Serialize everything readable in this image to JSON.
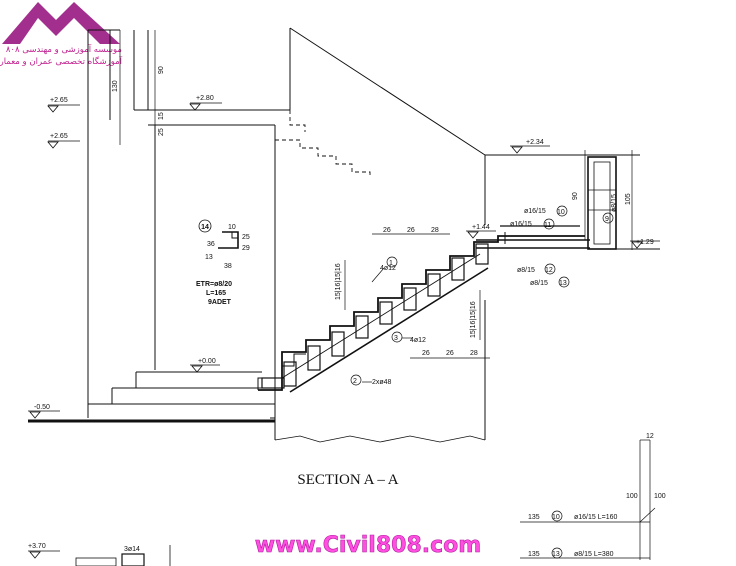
{
  "drawing": {
    "title": "SECTION A – A",
    "levels": [
      "+2.65",
      "+2.65",
      "+2.80",
      "+2.34",
      "+1.44",
      "+1.29",
      "+0.00",
      "-0.50",
      "+3.70"
    ],
    "dimensions": {
      "dim_130": "130",
      "dim_90": "90",
      "dim_25": "25",
      "dim_15": "15",
      "dim_90b": "90",
      "dim_105": "105",
      "dim_26a": "26",
      "dim_26b": "26",
      "dim_28a": "28",
      "dim_26c": "26",
      "dim_26d": "26",
      "dim_28b": "28",
      "dim_left_stack": "15|16|15|16",
      "dim_right_stack": "15|16|15|16",
      "dim_12": "12",
      "dim_100a": "100",
      "dim_100b": "100",
      "dim_135a": "135",
      "dim_135b": "135"
    },
    "stirrup_detail": {
      "mark": "14",
      "d10": "10",
      "d25": "25",
      "d36": "36",
      "d29": "29",
      "d13": "13",
      "d38": "38",
      "line1": "ETR=ø8/20",
      "line2": "L=165",
      "line3": "9ADET"
    },
    "rebar": {
      "m1": "1",
      "m1_text": "4ø12",
      "m2": "2",
      "m2_text": "2xø48",
      "m3": "3",
      "m3_text": "4ø12",
      "m9": "9",
      "m9_text": "ø8/15",
      "m10": "10",
      "m10_text": "ø16/15",
      "m11": "11",
      "m11_text": "ø16/15",
      "m12": "12",
      "m12_text": "ø8/15",
      "m13": "13",
      "m13_text": "ø8/15",
      "bar10_line": "ø16/15 L=160",
      "bar13_line": "ø8/15 L=380",
      "bar10_mark": "10",
      "bar13_mark": "13",
      "col_text": "3ø14"
    }
  },
  "logo": {
    "line1": "موسسه آموزشی و مهندسی ۸۰۸",
    "line2": "آموزشگاه تخصصی عمران و معماری"
  },
  "watermark": "www.Civil808.com"
}
